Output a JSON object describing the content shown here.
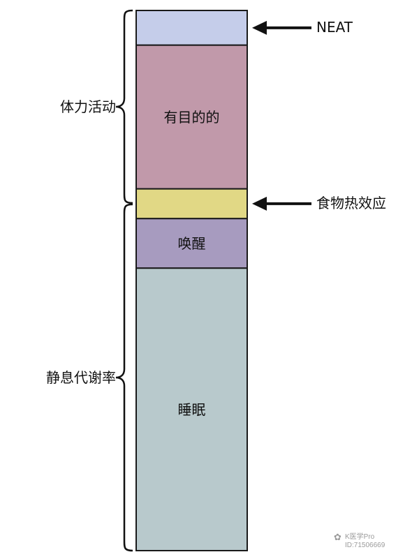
{
  "chart_data": {
    "type": "bar",
    "title": "",
    "segments": [
      {
        "name": "NEAT",
        "label": "",
        "value": 7,
        "color": "#c5cdea"
      },
      {
        "name": "有目的的",
        "label": "有目的的",
        "value": 29,
        "color": "#c199aa"
      },
      {
        "name": "食物热效应",
        "label": "",
        "value": 6,
        "color": "#e1d885"
      },
      {
        "name": "唤醒",
        "label": "唤醒",
        "value": 10,
        "color": "#a79bbf"
      },
      {
        "name": "睡眠",
        "label": "睡眠",
        "value": 57,
        "color": "#b8c9cc"
      }
    ],
    "groups": [
      {
        "label": "体力活动",
        "segments": [
          "NEAT",
          "有目的的"
        ]
      },
      {
        "label": "静息代谢率",
        "segments": [
          "唤醒",
          "睡眠"
        ]
      }
    ],
    "arrows": [
      {
        "label": "NEAT",
        "segment": "NEAT"
      },
      {
        "label": "食物热效应",
        "segment": "食物热效应"
      }
    ]
  },
  "watermark": {
    "line1": "K医学Pro",
    "line2": "ID:71506669"
  }
}
